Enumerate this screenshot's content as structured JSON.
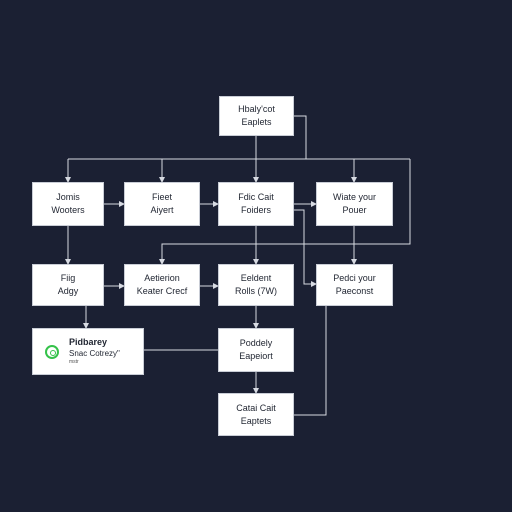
{
  "diagram": {
    "nodes": {
      "top": {
        "lines": [
          "Hbaly'cot",
          "Eaplets"
        ]
      },
      "r1a": {
        "lines": [
          "Jomis",
          "Wooters"
        ]
      },
      "r1b": {
        "lines": [
          "Fieet",
          "Aiyert"
        ]
      },
      "r1c": {
        "lines": [
          "Fdic Cait",
          "Foiders"
        ]
      },
      "r1d": {
        "lines": [
          "Wiate your",
          "Pouer"
        ]
      },
      "r2a": {
        "lines": [
          "Fiig",
          "Adgy"
        ]
      },
      "r2b": {
        "lines": [
          "Aetierion",
          "Keater Crecf"
        ]
      },
      "r2c": {
        "lines": [
          "Eeldent",
          "Rolls (7W)"
        ]
      },
      "r2d": {
        "lines": [
          "Pedci your",
          "Paeconst"
        ]
      },
      "r3a": {
        "lines": [
          "Pidbarey",
          "Snac Cotrezy\"",
          "mstr"
        ],
        "icon": "green-ring-logo-icon"
      },
      "r3c": {
        "lines": [
          "Poddely",
          "Eapeiort"
        ]
      },
      "r4c": {
        "lines": [
          "Catai Cait",
          "Eaptets"
        ]
      }
    }
  }
}
